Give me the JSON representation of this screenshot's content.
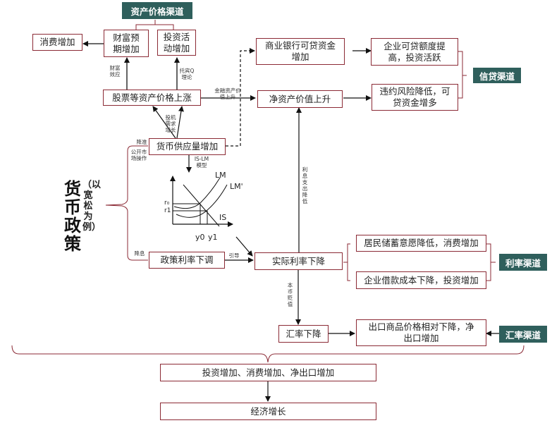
{
  "colors": {
    "box_border": "#8b2a35",
    "channel_bg": "#2f5f5c",
    "channel_text": "#ffffff"
  },
  "policy": {
    "title": "货币政策",
    "subtitle": "（以宽松为例）"
  },
  "channels": {
    "asset_price": "资产价格渠道",
    "credit": "信贷渠道",
    "interest_rate": "利率渠道",
    "exchange_rate": "汇率渠道"
  },
  "boxes": {
    "consumption_up": "消费增加",
    "wealth_expectation": "财富预期增加",
    "investment_activity": "投资活动增加",
    "stock_price_up": "股票等资产价格上涨",
    "bank_loanable_funds": "商业银行可贷资金增加",
    "net_asset_value_up": "净资产价值上升",
    "firm_credit_up": "企业可贷额度提高，投资活跃",
    "default_risk_down": "违约风险降低，可贷资金增多",
    "money_supply_up": "货币供应量增加",
    "policy_rate_cut": "政策利率下调",
    "real_rate_down": "实际利率下降",
    "household_saving_down": "居民储蓄意愿降低，消费增加",
    "firm_borrowing_cost_down": "企业借款成本下降，投资增加",
    "exchange_rate_down": "汇率下降",
    "export_price_down": "出口商品价格相对下降，净出口增加",
    "aggregate_demand_up": "投资增加、消费增加、净出口增加",
    "economic_growth": "经济增长"
  },
  "edge_labels": {
    "wealth_effect": "财富效应",
    "tobin_q": "托宾Q理论",
    "speculative_demand": "投机需求增长",
    "financial_asset_value": "金融资产价值上升",
    "rrr_cut": "降准",
    "open_market": "公开市场操作",
    "is_lm_model": "IS-LM模型",
    "rate_cut": "降息",
    "guide": "引导",
    "interest_expense_down": "利息支出降低",
    "currency_depreciation": "本币贬值"
  },
  "islm_graph": {
    "curves": [
      "LM",
      "LM'",
      "IS"
    ],
    "y_ticks": [
      "r₀",
      "r1"
    ],
    "x_ticks": [
      "y0",
      "y1"
    ]
  }
}
